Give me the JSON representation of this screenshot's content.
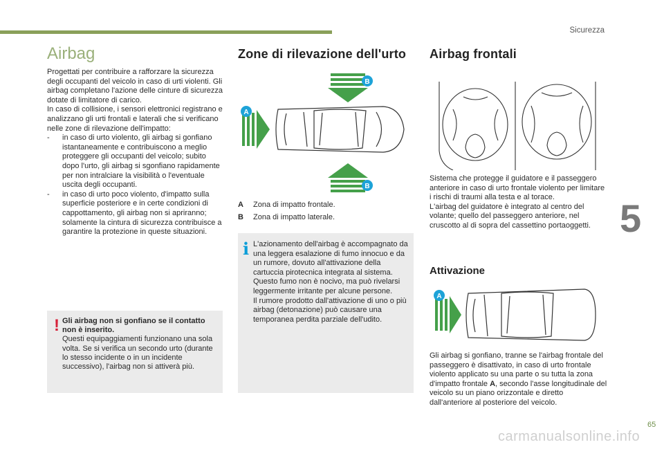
{
  "header": {
    "section": "Sicurezza"
  },
  "chapter_number": "5",
  "page_number": "65",
  "watermark": "carmanualsonline.info",
  "col1": {
    "title": "Airbag",
    "intro": "Progettati per contribuire a rafforzare la sicurezza degli occupanti del veicolo in caso di urti violenti. Gli airbag completano l'azione delle cinture di sicurezza dotate di limitatore di carico.",
    "intro2": "In caso di collisione, i sensori elettronici registrano e analizzano gli urti frontali e laterali che si verificano nelle zone di rilevazione dell'impatto:",
    "bullets": [
      "in caso di urto violento, gli airbag si gonfiano istantaneamente e contribuiscono a meglio proteggere gli occupanti del veicolo; subito dopo l'urto, gli airbag si sgonfiano rapidamente per non intralciare la visibilità o l'eventuale uscita degli occupanti.",
      "in caso di urto poco violento, d'impatto sulla superficie posteriore e in certe condizioni di cappottamento, gli airbag non si apriranno; solamente la cintura di sicurezza contribuisce a garantire la protezione in queste situazioni."
    ],
    "bullet_marker": "-",
    "warning": {
      "mark": "!",
      "bold": "Gli airbag non si gonfiano se il contatto non è inserito.",
      "text": "Questi equipaggiamenti funzionano una sola volta. Se si verifica un secondo urto (durante lo stesso incidente o in un incidente successivo), l'airbag non si attiverà più."
    }
  },
  "col2": {
    "title": "Zone di rilevazione dell'urto",
    "badges": {
      "a": "A",
      "b": "B"
    },
    "legend": [
      {
        "key": "A",
        "text": "Zona di impatto frontale."
      },
      {
        "key": "B",
        "text": "Zona di impatto laterale."
      }
    ],
    "info": {
      "mark": "i",
      "lines": [
        "L'azionamento dell'airbag è accompagnato da una leggera esalazione di fumo innocuo e da un rumore, dovuto all'attivazione della cartuccia pirotecnica integrata al sistema.",
        "Questo fumo non è nocivo, ma può rivelarsi leggermente irritante per alcune persone.",
        "Il rumore prodotto dall'attivazione di uno o più airbag (detonazione) può causare una temporanea perdita parziale dell'udito."
      ]
    }
  },
  "col3": {
    "title": "Airbag frontali",
    "desc1": "Sistema che protegge il guidatore e il passeggero anteriore in caso di urto frontale violento per limitare i rischi di traumi alla testa e al torace.",
    "desc2": "L'airbag del guidatore è integrato al centro del volante; quello del passeggero anteriore, nel cruscotto al di sopra del cassettino portaoggetti.",
    "subtitle": "Attivazione",
    "badge": "A",
    "act_before": "Gli airbag si gonfiano, tranne se l'airbag frontale del passeggero è disattivato, in caso di urto frontale violento applicato su una parte o su tutta la zona d'impatto frontale ",
    "act_bold": "A",
    "act_after": ", secondo l'asse longitudinale del veicolo su un piano orizzontale e diretto dall'anteriore al posteriore del veicolo."
  },
  "colors": {
    "accent": "#8aa05a",
    "arrow": "#45a04a",
    "badge": "#1ea3d8",
    "warning": "#d6213a",
    "info": "#0b9ed8",
    "box": "#ebebeb"
  }
}
